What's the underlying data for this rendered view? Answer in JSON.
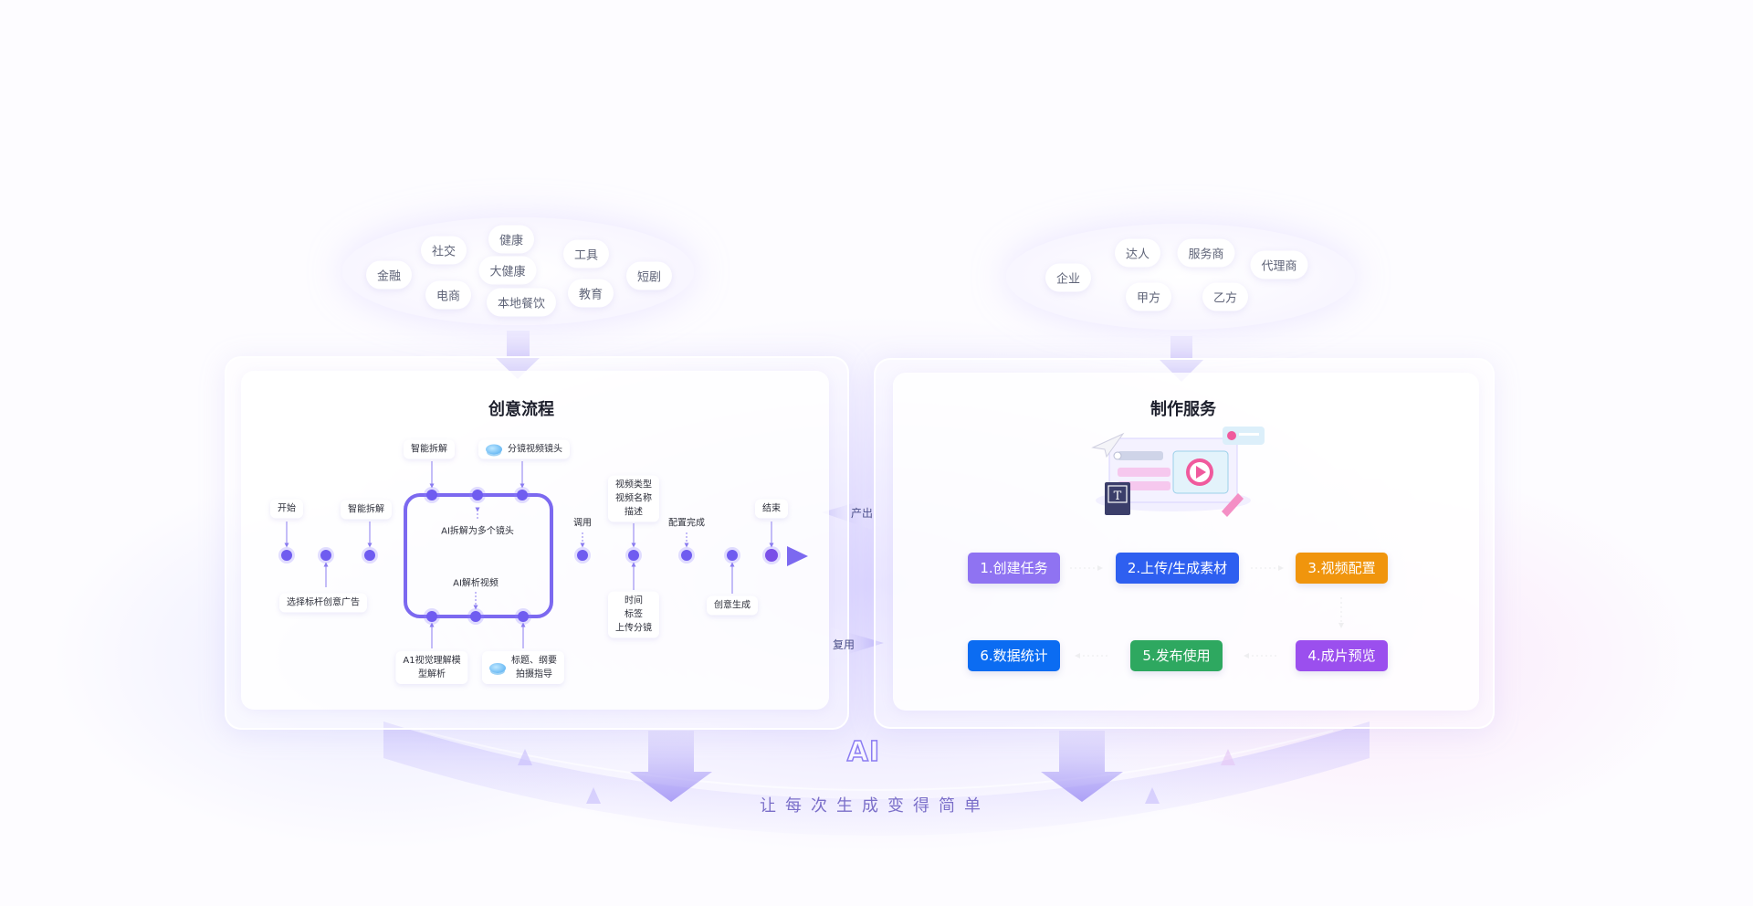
{
  "industry_tags": [
    {
      "label": "社交"
    },
    {
      "label": "健康"
    },
    {
      "label": "工具"
    },
    {
      "label": "金融"
    },
    {
      "label": "大健康"
    },
    {
      "label": "短剧"
    },
    {
      "label": "电商"
    },
    {
      "label": "本地餐饮"
    },
    {
      "label": "教育"
    }
  ],
  "role_tags": [
    {
      "label": "达人"
    },
    {
      "label": "服务商"
    },
    {
      "label": "代理商"
    },
    {
      "label": "企业"
    },
    {
      "label": "甲方"
    },
    {
      "label": "乙方"
    }
  ],
  "creative_panel": {
    "title": "创意流程",
    "start": "开始",
    "end": "结束",
    "smart_split_left": "智能拆解",
    "smart_split_top": "智能拆解",
    "shot_split": "分镜视频镜头",
    "ai_split_multi": "AI拆解为多个镜头",
    "ai_parse_video": "AI解析视频",
    "benchmark_ad": "选择标杆创意广告",
    "visual_model": "A1视觉理解模\n型解析",
    "title_summary": "标题、纲要\n拍摄指导",
    "invoke": "调用",
    "video_meta": "视频类型\n视频名称\n描述",
    "time_tag": "时间\n标签\n上传分镜",
    "config_done": "配置完成",
    "creative_gen": "创意生成"
  },
  "production_panel": {
    "title": "制作服务",
    "steps": [
      {
        "label": "1.创建任务",
        "color": "#8f73f2"
      },
      {
        "label": "2.上传/生成素材",
        "color": "#2e5ff0"
      },
      {
        "label": "3.视频配置",
        "color": "#f0950d"
      },
      {
        "label": "4.成片预览",
        "color": "#9b4fee"
      },
      {
        "label": "5.发布使用",
        "color": "#2ea860"
      },
      {
        "label": "6.数据统计",
        "color": "#0b6cf2"
      }
    ]
  },
  "connectors": {
    "output": "产出",
    "reuse": "复用"
  },
  "bottom": {
    "ai_logo": "AI",
    "slogan": "让每次生成变得简单"
  }
}
